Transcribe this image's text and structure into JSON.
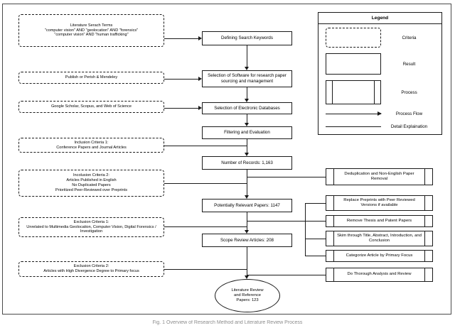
{
  "figure": {
    "caption": "Fig. 1 Overview of Research Method and Literature Review Process"
  },
  "criteria_nodes": [
    {
      "id": "literature-search-terms",
      "text": "Literature Serach Terms\n\"computer vision\" AND \"geolocation\" AND \"forensics\"\n\"computer vision\" AND \"human trafficking\""
    },
    {
      "id": "software-tools",
      "text": "Publish or Perish & Mendeley"
    },
    {
      "id": "electronic-databases",
      "text": "Google Scholar, Scopus, and Web of Science"
    },
    {
      "id": "inclusion-criteria-1",
      "text": "Inclusion Criteria 1:\nConference Papers and Journal Articles"
    },
    {
      "id": "inclusion-criteria-2",
      "text": "Incolusion Criteria 2:\nArticles Published in English\nNo Duplicated Papers\nPrioritized Peer-Reviewed over Preprints"
    },
    {
      "id": "exclusion-criteria-1",
      "text": "Exclusion Criteria 1:\nUnrelated to Multimedia Geolocation, Computer Vision, Digital Forensics / Investigation"
    },
    {
      "id": "exclusion-criteria-2",
      "text": "Exclusion Criteria 2:\nArticles with High Divergence Degree to Primary focus"
    }
  ],
  "result_nodes": [
    {
      "id": "defining-search-keywords",
      "text": "Defining Search Keywords"
    },
    {
      "id": "selection-of-software",
      "text": "Selection of Software for research paper sourcing and management"
    },
    {
      "id": "selection-of-databases",
      "text": "Selection of Electronic Databases"
    },
    {
      "id": "filtering-and-evaluation",
      "text": "Filtering and Evaluation"
    },
    {
      "id": "number-of-records",
      "text": "Number of Records: 1,163"
    },
    {
      "id": "potentially-relevant-papers",
      "text": "Potentially Relevant Papers: 1147"
    },
    {
      "id": "scope-review-articles",
      "text": "Scope Review Articles: 208"
    }
  ],
  "terminal_node": {
    "id": "literature-review-papers",
    "text": "Literature Review\nand Reference\nPapers: 123"
  },
  "process_nodes": [
    {
      "id": "deduplication",
      "text": "Deduplication and Non-English Paper Removal"
    },
    {
      "id": "replace-preprints",
      "text": "Replace Preprints with Peer Reviewed Versions if available"
    },
    {
      "id": "remove-thesis-patent",
      "text": "Remove Thesis and Patent Papers"
    },
    {
      "id": "skim-through",
      "text": "Skim through Title, Abstract, Introduction, and Conclusion"
    },
    {
      "id": "categorize-article",
      "text": "Categorize Article by Primary Focus"
    },
    {
      "id": "thorough-analysis",
      "text": "Do Thorough Analysis and Review"
    }
  ],
  "legend": {
    "title": "Legend",
    "items": [
      {
        "id": "criteria",
        "label": "Criteria"
      },
      {
        "id": "result",
        "label": "Result"
      },
      {
        "id": "process",
        "label": "Process"
      },
      {
        "id": "process-flow",
        "label": "Process Flow"
      },
      {
        "id": "detail-explanation",
        "label": "Detail Explaination"
      }
    ]
  }
}
